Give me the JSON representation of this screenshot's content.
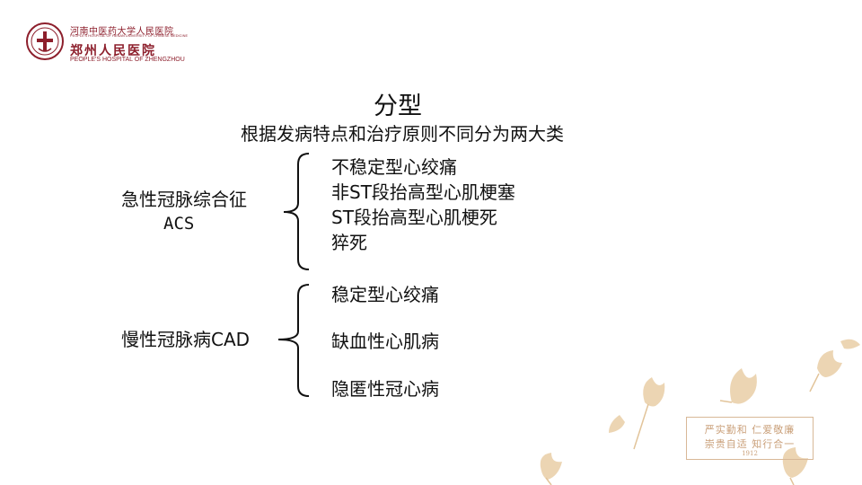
{
  "header": {
    "name_cn": "河南中医药大学人民医院",
    "name_en_small": "PEOPLE'S HOSPITAL OF HENAN UNIVERSITY OF CHINESE MEDICINE",
    "name_cn_big": "郑州人民医院",
    "name_en": "PEOPLE'S HOSPITAL OF ZHENGZHOU"
  },
  "slide": {
    "title": "分型",
    "subtitle": "根据发病特点和治疗原则不同分为两大类"
  },
  "groups": [
    {
      "label_line1": "急性冠脉综合征",
      "label_line2": "ACS",
      "items": [
        "不稳定型心绞痛",
        "非ST段抬高型心肌梗塞",
        "ST段抬高型心肌梗死",
        "猝死"
      ]
    },
    {
      "label_line1": "慢性冠脉病CAD",
      "items": [
        "稳定型心绞痛",
        "缺血性心肌病",
        "隐匿性冠心病"
      ]
    }
  ],
  "motto": {
    "line1": "严实勤和  仁爱敬廉",
    "line2": "崇贵自适  知行合一",
    "year": "1912"
  },
  "colors": {
    "brand": "#8d1f2c",
    "ginkgo": "#e9cfa9",
    "text": "#111111"
  }
}
